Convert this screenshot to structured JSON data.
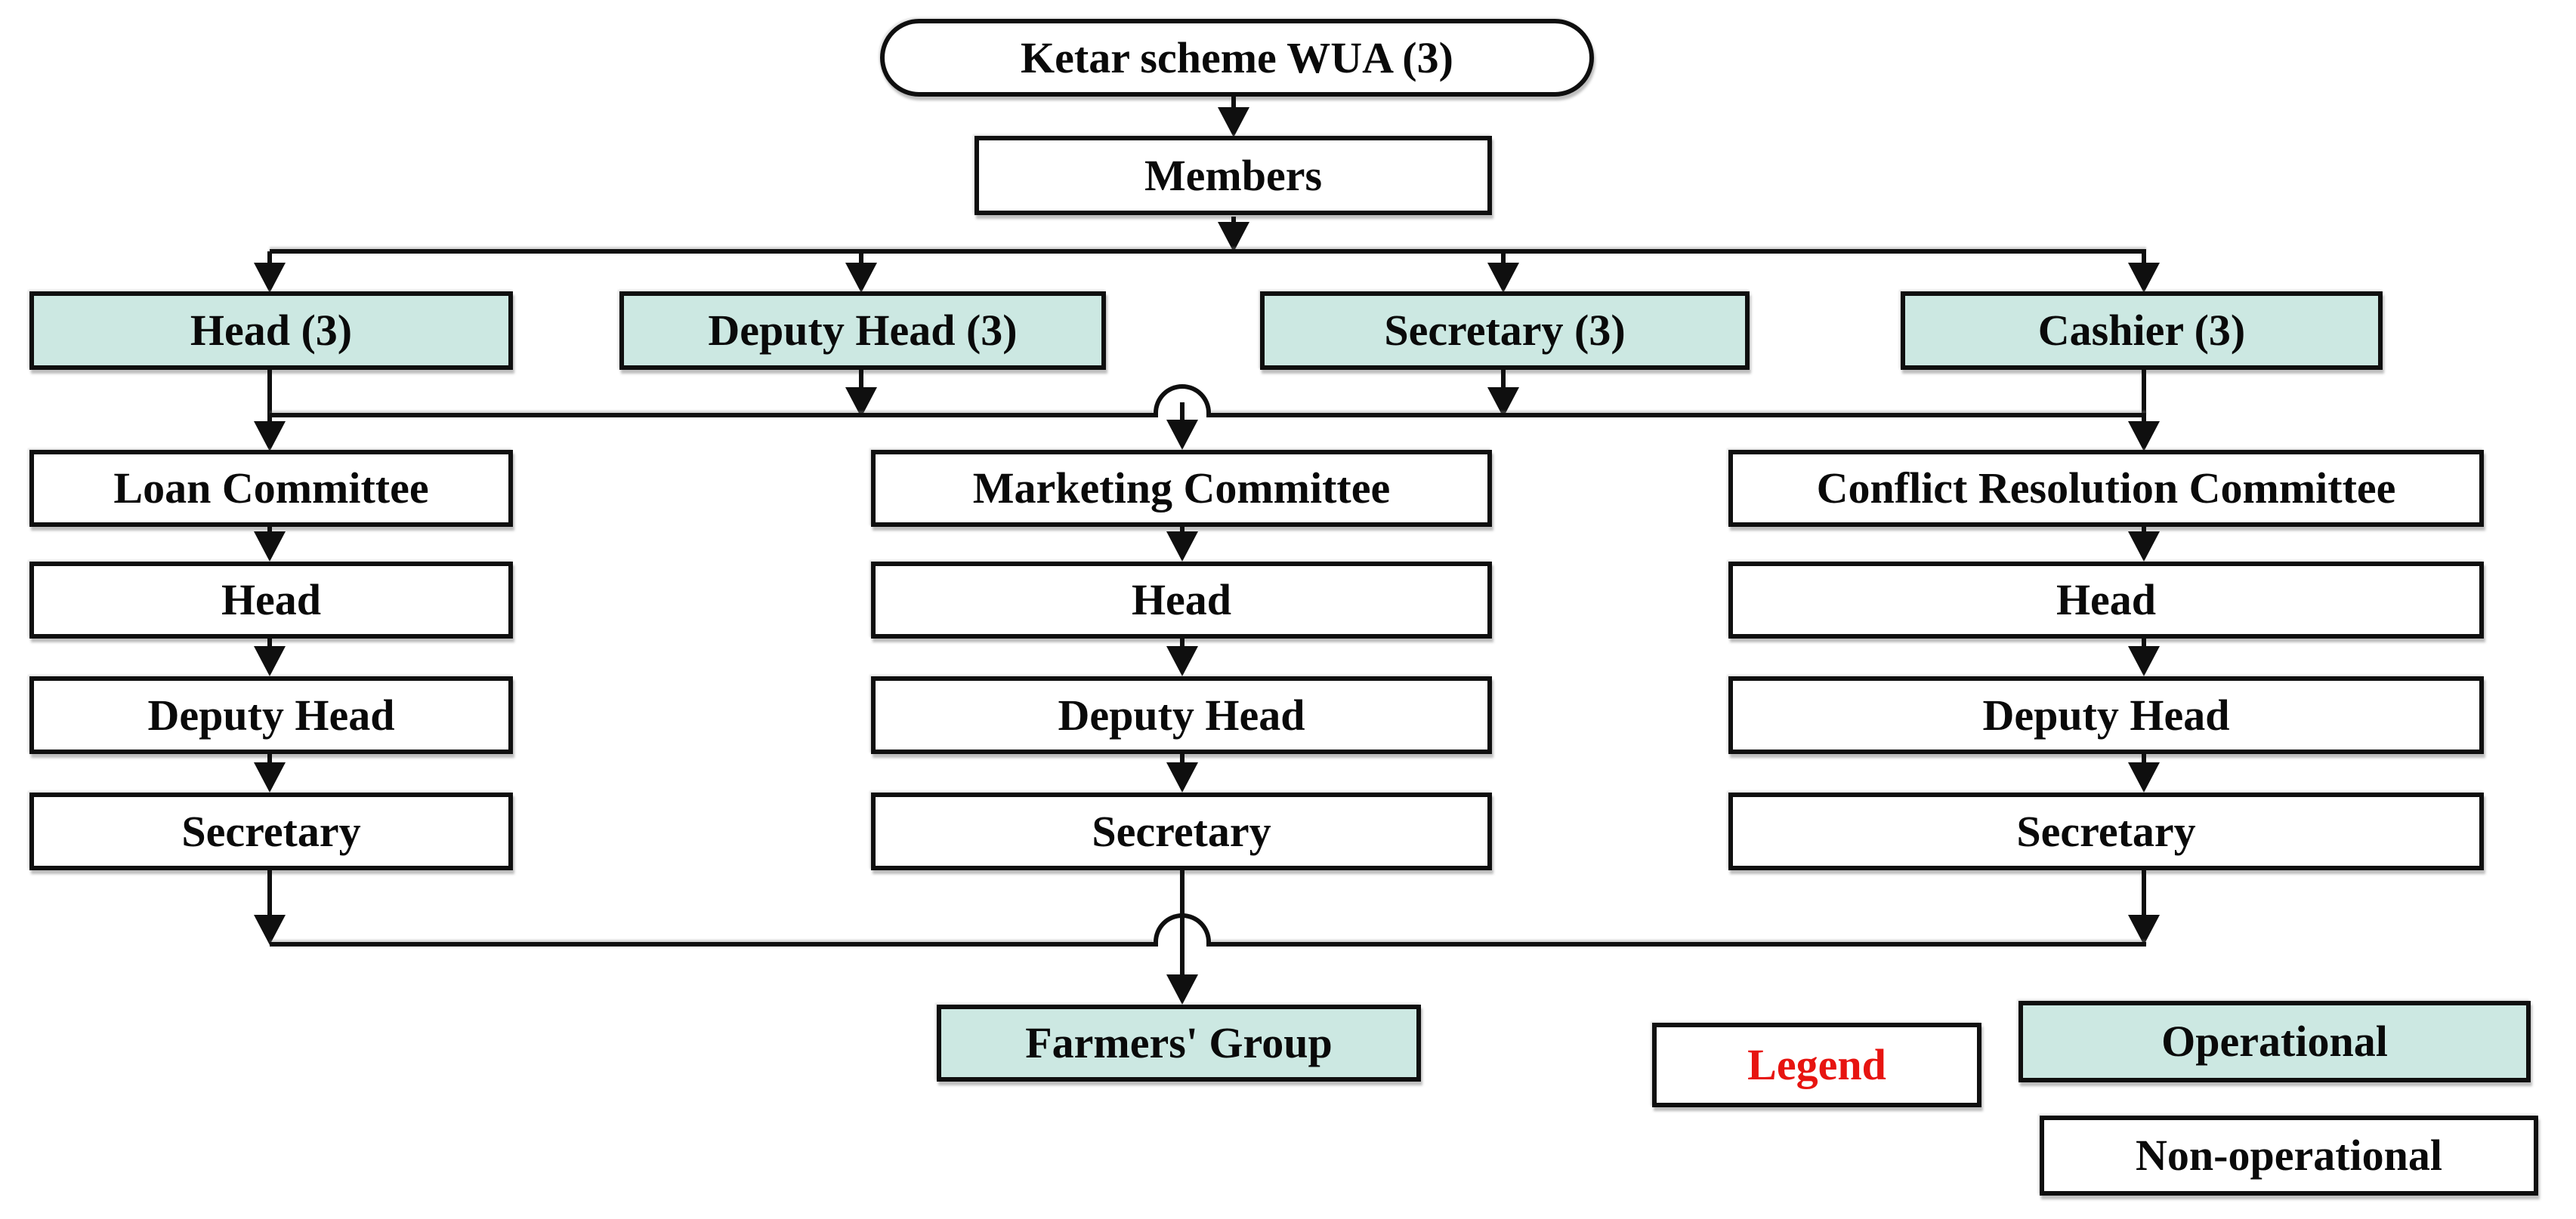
{
  "diagram": {
    "root": "Ketar scheme WUA (3)",
    "members": "Members",
    "officers": [
      "Head (3)",
      "Deputy Head (3)",
      "Secretary (3)",
      "Cashier (3)"
    ],
    "committees": [
      {
        "name": "Loan Committee",
        "roles": [
          "Head",
          "Deputy Head",
          "Secretary"
        ]
      },
      {
        "name": "Marketing Committee",
        "roles": [
          "Head",
          "Deputy Head",
          "Secretary"
        ]
      },
      {
        "name": "Conflict Resolution Committee",
        "roles": [
          "Head",
          "Deputy Head",
          "Secretary"
        ]
      }
    ],
    "farmers_group": "Farmers' Group",
    "legend": {
      "title": "Legend",
      "operational": "Operational",
      "non_operational": "Non-operational"
    },
    "colors": {
      "operational_fill": "#cce8e2",
      "non_operational_fill": "#ffffff",
      "legend_title_text": "#e71410",
      "line": "#0f0f0f"
    }
  }
}
